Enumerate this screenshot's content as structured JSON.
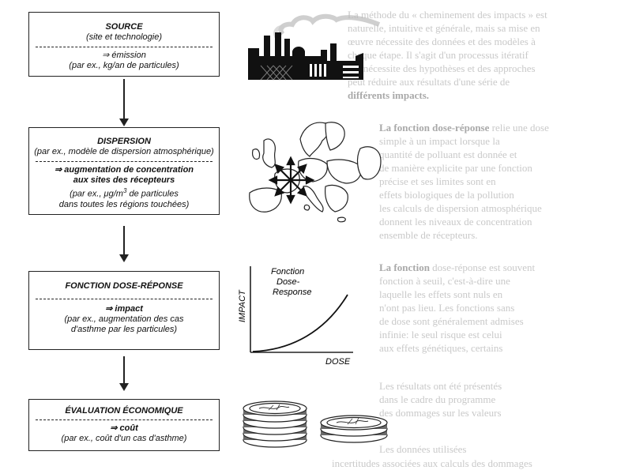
{
  "boxes": [
    {
      "title": "SOURCE",
      "subtitle": "(site et technologie)",
      "result": "⇒ émission",
      "example": "(par ex., kg/an de particules)"
    },
    {
      "title": "DISPERSION",
      "subtitle": "(par ex., modèle de dispersion atmosphérique)",
      "result_line1": "⇒ augmentation de concentration",
      "result_line2": "aux sites des récepteurs",
      "example_line1_pre": "(par ex., μg/m",
      "example_sup": "3",
      "example_line1_post": " de particules",
      "example_line2": "dans toutes les régions touchées)"
    },
    {
      "title": "FONCTION DOSE-RÉPONSE",
      "result": "⇒ impact",
      "example_line1": "(par ex., augmentation des cas",
      "example_line2": "d'asthme par les particules)"
    },
    {
      "title": "ÉVALUATION ÉCONOMIQUE",
      "result": "⇒ coût",
      "example": "(par ex., coût d'un cas d'asthme)"
    }
  ],
  "graph": {
    "curve_label_line1": "Fonction",
    "curve_label_line2": "Dose-",
    "curve_label_line3": "Response",
    "y_label": "IMPACT",
    "x_label": "DOSE"
  },
  "icons": [
    "factory-icon",
    "europe-map-icon",
    "dose-response-graph-icon",
    "coins-icon"
  ],
  "colors": {
    "ink": "#222222",
    "ghost_text": "#c9c9c9"
  }
}
